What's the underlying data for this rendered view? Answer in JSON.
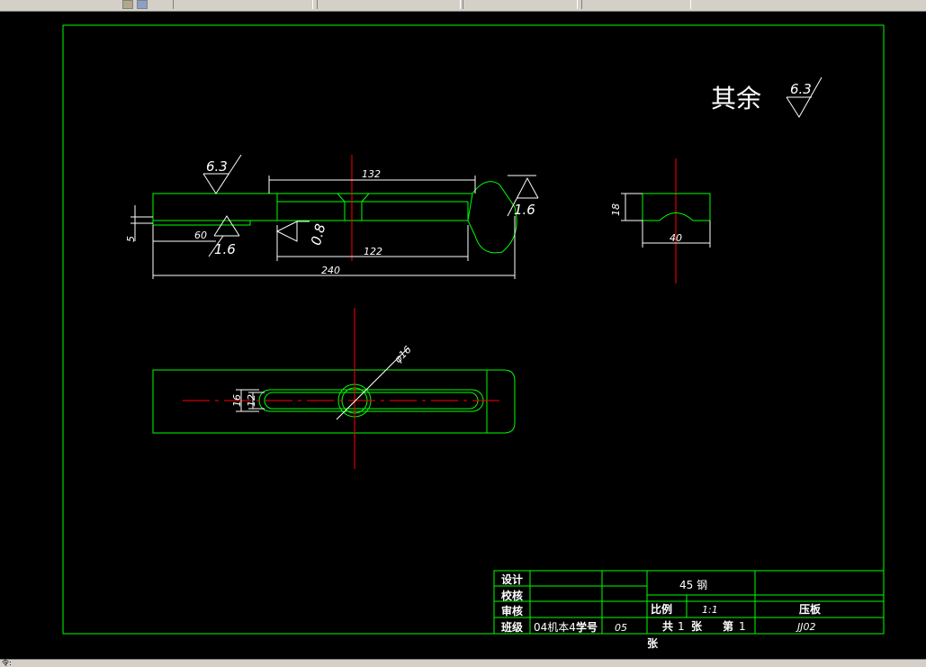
{
  "drawing": {
    "surface_note": {
      "text": "其余",
      "roughness": "6.3"
    },
    "front_view": {
      "roughness_top": "6.3",
      "roughness_right": "1.6",
      "roughness_left": "1.6",
      "roughness_mid": "0.8",
      "dim_132": "132",
      "dim_122": "122",
      "dim_240": "240",
      "dim_60": "60",
      "dim_5": "5"
    },
    "side_view": {
      "dim_18": "18",
      "dim_40": "40"
    },
    "top_view": {
      "dim_dia16": "φ16",
      "dim_16": "16",
      "dim_12": "12"
    }
  },
  "title_block": {
    "row_labels": [
      "设计",
      "校核",
      "审核",
      "班级"
    ],
    "class_value": "04机本4",
    "student_no_label": "学号",
    "student_no_value": "05",
    "material": "45 钢",
    "scale_label": "比例",
    "scale_value": "1:1",
    "part_name": "压板",
    "sheet_total_label": "共",
    "sheet_total_value": "1",
    "sheet_unit1": "张",
    "sheet_no_label": "第",
    "sheet_no_value": "1",
    "sheet_unit2": "张",
    "drawing_no": "JJ02"
  },
  "statusbar": {
    "command_text": "令:"
  },
  "colors": {
    "outline": "#00ff00",
    "dimension": "#ffffff",
    "centerline": "#ff0000",
    "background": "#000000"
  }
}
